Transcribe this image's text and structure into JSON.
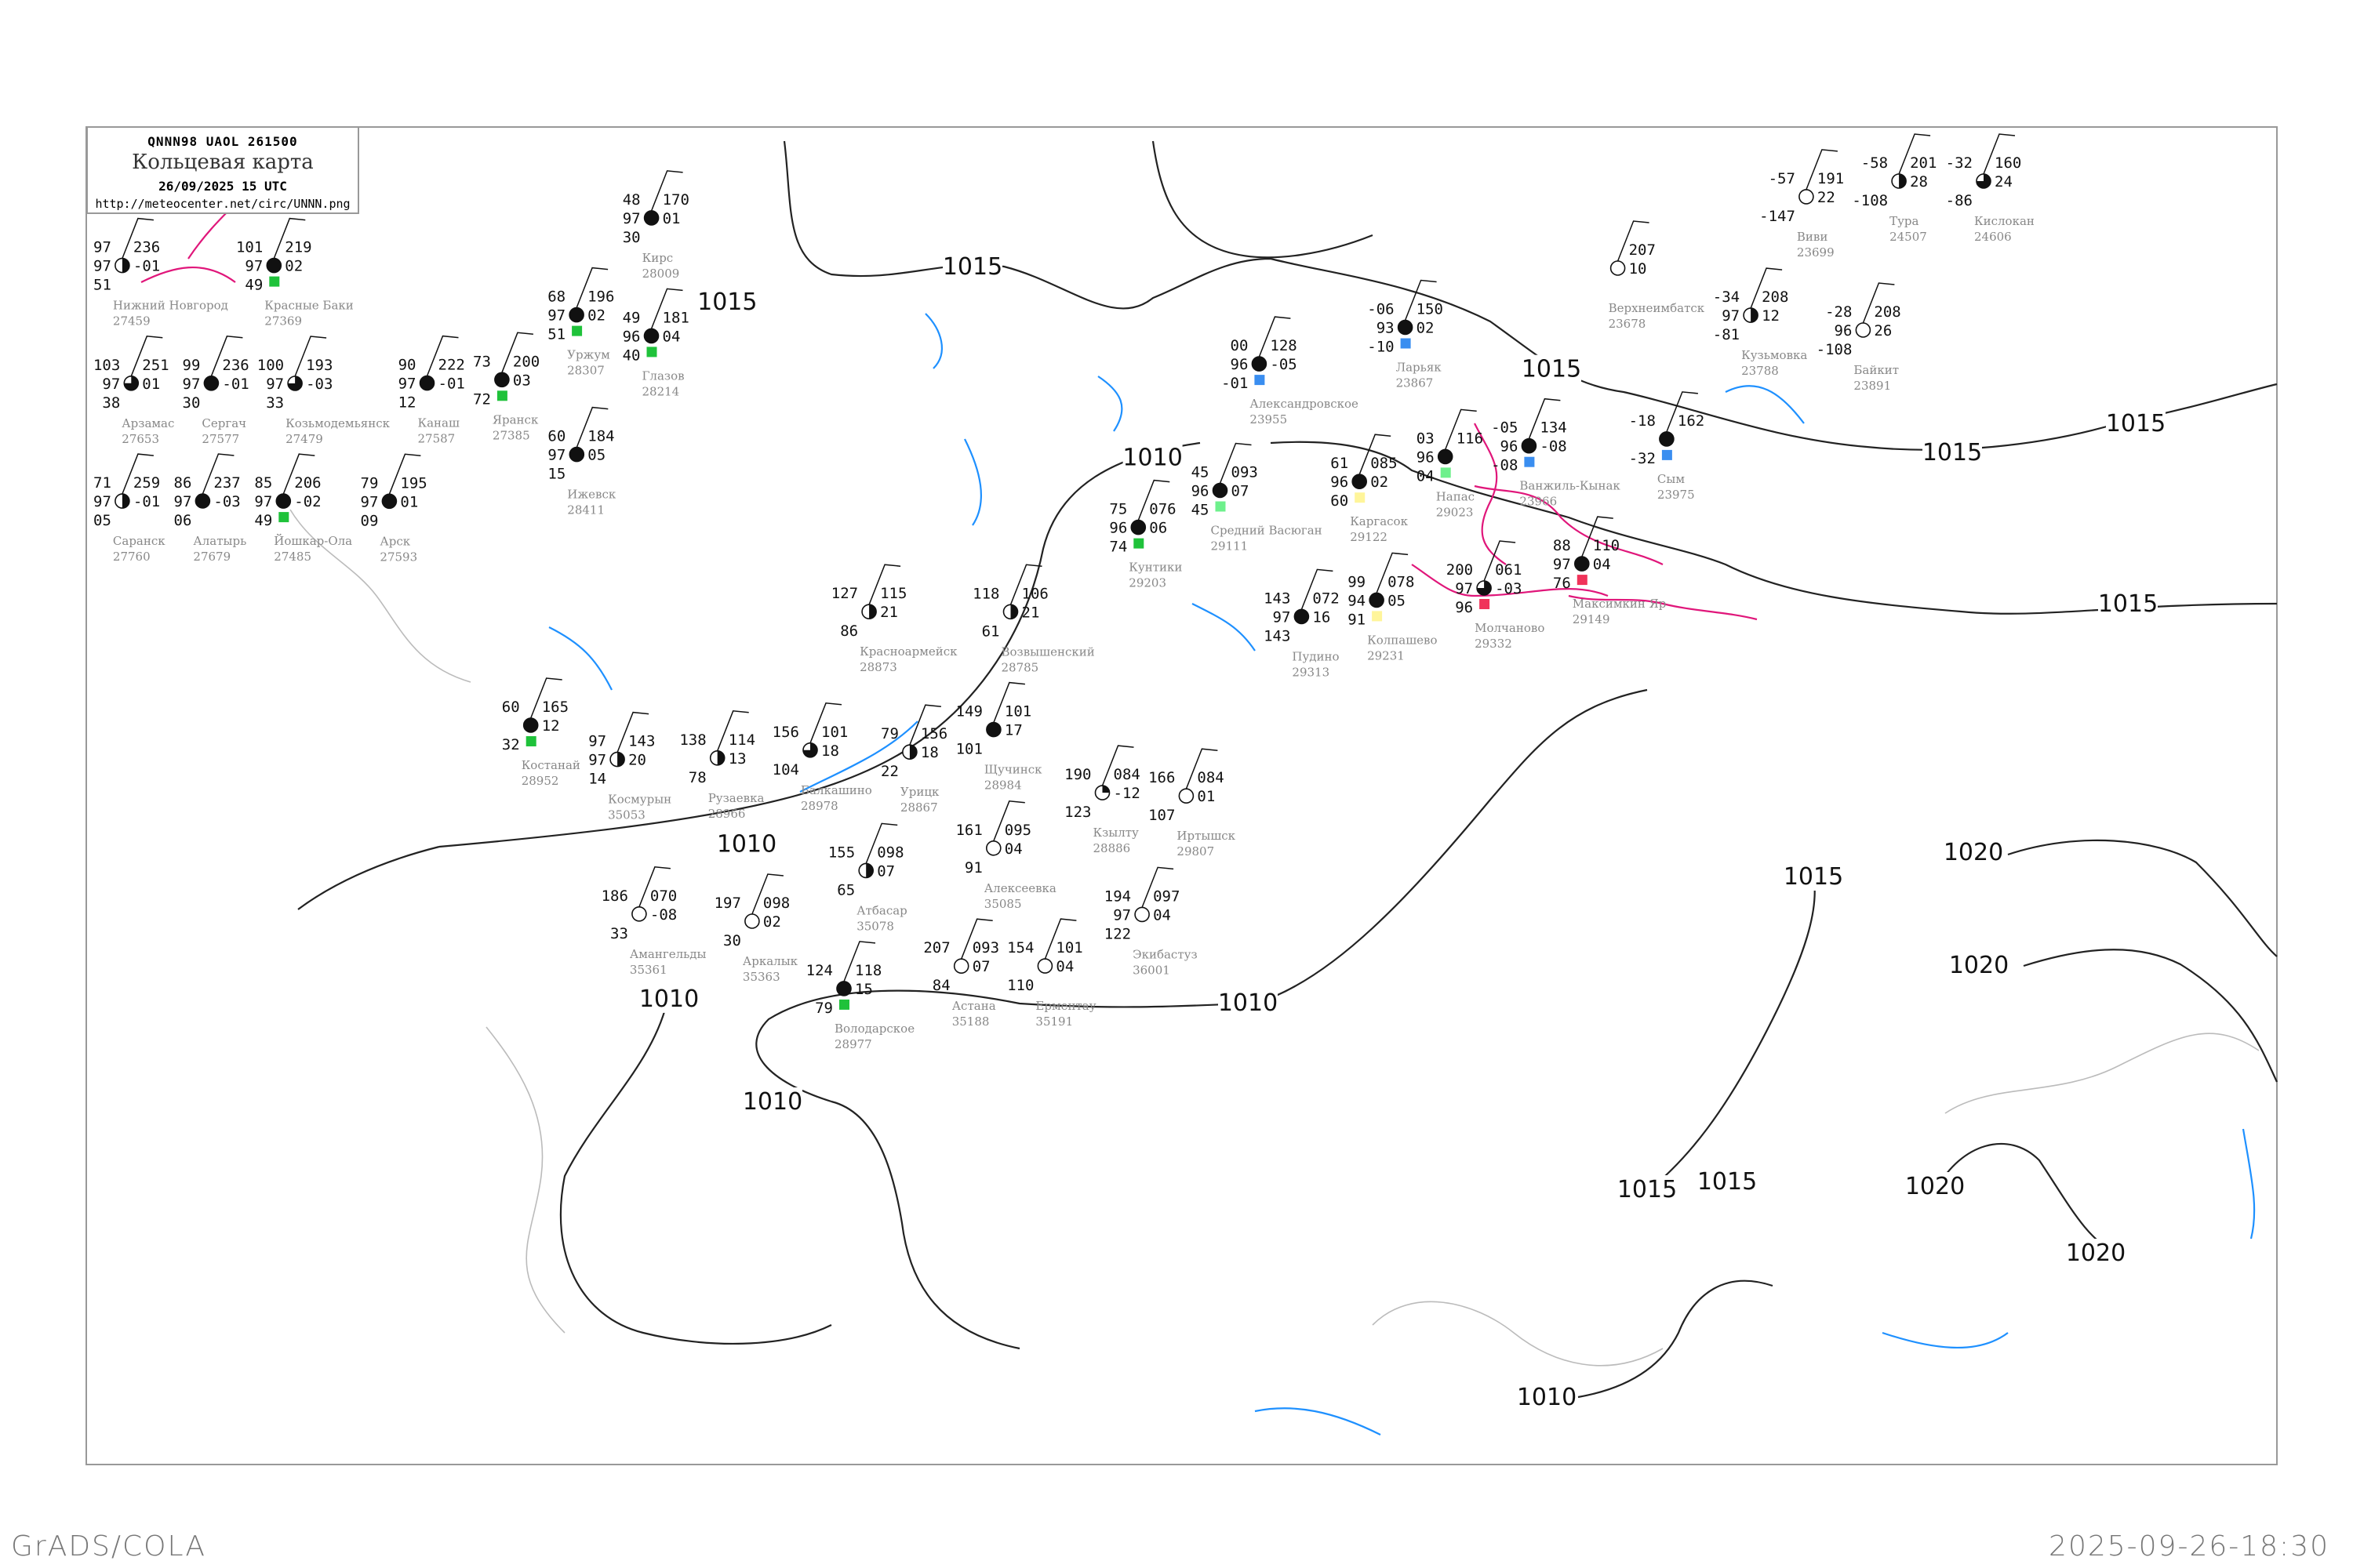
{
  "header": {
    "code_line": "QNNN98   UAOL   261500",
    "title": "Кольцевая карта",
    "datetime": "26/09/2025 15 UTC",
    "url": "http://meteocenter.net/circ/UNNN.png"
  },
  "footer": {
    "left": "GrADS/COLA",
    "right": "2025-09-26-18:30"
  },
  "colors": {
    "isobar": "#222222",
    "tendency": "#1e90ff",
    "front": "#e0167a",
    "square_blue": "#3a8ef0",
    "square_green": "#1fc23a",
    "square_lightgreen": "#6ef08c",
    "square_yellow": "#fff59a",
    "square_red": "#f0335a"
  },
  "isobar_labels": [
    "1015",
    "1010",
    "1015",
    "1015",
    "1015",
    "1015",
    "1010",
    "1010",
    "1010",
    "1010",
    "1015",
    "1015",
    "1015",
    "1020",
    "1020",
    "1020",
    "1020",
    "1015",
    "1010"
  ],
  "stations": [
    {
      "name": "Ларьяк",
      "id": "23867",
      "t": "-06",
      "ww": "93",
      "td": "-10",
      "p": "150",
      "dp": "02",
      "cover": 1,
      "sq": "square_blue"
    },
    {
      "name": "Александровское",
      "id": "23955",
      "t": "00",
      "ww": "96",
      "td": "-01",
      "p": "128",
      "dp": "-05",
      "cover": 1,
      "sq": "square_blue"
    },
    {
      "name": "Напас",
      "id": "29023",
      "t": "03",
      "ww": "96",
      "td": "04",
      "p": "116",
      "dp": "",
      "cover": 1,
      "sq": "square_lightgreen"
    },
    {
      "name": "Ванжиль-Кынак",
      "id": "23966",
      "t": "-05",
      "ww": "96",
      "td": "-08",
      "p": "134",
      "dp": "-08",
      "cover": 1,
      "sq": "square_blue"
    },
    {
      "name": "Сым",
      "id": "23975",
      "t": "-18",
      "ww": "",
      "td": "-32",
      "p": "162",
      "dp": "",
      "cover": 1,
      "sq": "square_blue"
    },
    {
      "name": "Средний Васюган",
      "id": "29111",
      "t": "45",
      "ww": "96",
      "td": "45",
      "p": "093",
      "dp": "07",
      "cover": 1,
      "sq": "square_lightgreen"
    },
    {
      "name": "Каргасок",
      "id": "29122",
      "t": "61",
      "ww": "96",
      "td": "60",
      "p": "085",
      "dp": "02",
      "cover": 1,
      "sq": "square_yellow"
    },
    {
      "name": "Кунтики",
      "id": "29203",
      "t": "75",
      "ww": "96",
      "td": "74",
      "p": "076",
      "dp": "06",
      "cover": 1,
      "sq": "square_green"
    },
    {
      "name": "Максимкин Яр",
      "id": "29149",
      "t": "88",
      "ww": "97",
      "td": "76",
      "p": "110",
      "dp": "04",
      "cover": 1,
      "sq": "square_red"
    },
    {
      "name": "Колпашево",
      "id": "29231",
      "t": "99",
      "ww": "94",
      "td": "91",
      "p": "078",
      "dp": "05",
      "cover": 1,
      "sq": "square_yellow"
    },
    {
      "name": "Молчаново",
      "id": "29332",
      "t": "200",
      "ww": "97",
      "td": "96",
      "p": "061",
      "dp": "-03",
      "cover": 0.75,
      "sq": "square_red"
    },
    {
      "name": "Пудино",
      "id": "29313",
      "t": "143",
      "ww": "97",
      "td": "143",
      "p": "072",
      "dp": "16",
      "cover": 1,
      "sq": ""
    },
    {
      "name": "Костанай",
      "id": "28952",
      "t": "60",
      "ww": "",
      "td": "32",
      "p": "165",
      "dp": "12",
      "cover": 1,
      "sq": "square_green"
    },
    {
      "name": "Урицк",
      "id": "28867",
      "t": "79",
      "ww": "",
      "td": "22",
      "p": "156",
      "dp": "18",
      "cover": 0.5,
      "sq": ""
    },
    {
      "name": "Космурын",
      "id": "35053",
      "t": "97",
      "ww": "97",
      "td": "14",
      "p": "143",
      "dp": "20",
      "cover": 0.5,
      "sq": ""
    },
    {
      "name": "Рузаевка",
      "id": "28966",
      "t": "138",
      "ww": "",
      "td": "78",
      "p": "114",
      "dp": "13",
      "cover": 0.5,
      "sq": ""
    },
    {
      "name": "Володарское",
      "id": "28977",
      "t": "124",
      "ww": "",
      "td": "79",
      "p": "118",
      "dp": "15",
      "cover": 1,
      "sq": "square_green"
    },
    {
      "name": "Красноармейск",
      "id": "28873",
      "t": "127",
      "ww": "",
      "td": "86",
      "p": "115",
      "dp": "21",
      "cover": 0.5,
      "sq": ""
    },
    {
      "name": "Возвышенский",
      "id": "28785",
      "t": "118",
      "ww": "",
      "td": "61",
      "p": "106",
      "dp": "21",
      "cover": 0.5,
      "sq": ""
    },
    {
      "name": "Кзылту",
      "id": "28886",
      "t": "190",
      "ww": "",
      "td": "123",
      "p": "084",
      "dp": "-12",
      "cover": 0.25,
      "sq": ""
    },
    {
      "name": "Балкашино",
      "id": "28978",
      "t": "156",
      "ww": "",
      "td": "104",
      "p": "101",
      "dp": "18",
      "cover": 0.75,
      "sq": ""
    },
    {
      "name": "Щучинск",
      "id": "28984",
      "t": "149",
      "ww": "",
      "td": "101",
      "p": "101",
      "dp": "17",
      "cover": 1,
      "sq": ""
    },
    {
      "name": "Атбасар",
      "id": "35078",
      "t": "155",
      "ww": "",
      "td": "65",
      "p": "098",
      "dp": "07",
      "cover": 0.5,
      "sq": ""
    },
    {
      "name": "Алексеевка",
      "id": "35085",
      "t": "161",
      "ww": "",
      "td": "91",
      "p": "095",
      "dp": "04",
      "cover": 0,
      "sq": ""
    },
    {
      "name": "Амангельды",
      "id": "35361",
      "t": "186",
      "ww": "",
      "td": "33",
      "p": "070",
      "dp": "-08",
      "cover": 0,
      "sq": ""
    },
    {
      "name": "Аркалык",
      "id": "35363",
      "t": "197",
      "ww": "",
      "td": "30",
      "p": "098",
      "dp": "02",
      "cover": 0,
      "sq": ""
    },
    {
      "name": "Астана",
      "id": "35188",
      "t": "207",
      "ww": "",
      "td": "84",
      "p": "093",
      "dp": "07",
      "cover": 0,
      "sq": ""
    },
    {
      "name": "Ерментау",
      "id": "35191",
      "t": "154",
      "ww": "",
      "td": "110",
      "p": "101",
      "dp": "04",
      "cover": 0,
      "sq": ""
    },
    {
      "name": "Экибастуз",
      "id": "36001",
      "t": "194",
      "ww": "97",
      "td": "122",
      "p": "097",
      "dp": "04",
      "cover": 0,
      "sq": ""
    },
    {
      "name": "Иртышск",
      "id": "29807",
      "t": "166",
      "ww": "",
      "td": "107",
      "p": "084",
      "dp": "01",
      "cover": 0,
      "sq": ""
    },
    {
      "name": "Нижний Новгород",
      "id": "27459",
      "t": "97",
      "ww": "97",
      "td": "51",
      "p": "236",
      "dp": "-01",
      "cover": 0.5,
      "sq": ""
    },
    {
      "name": "Красные Баки",
      "id": "27369",
      "t": "101",
      "ww": "97",
      "td": "49",
      "p": "219",
      "dp": "02",
      "cover": 1,
      "sq": "square_green"
    },
    {
      "name": "Йошкар-Ола",
      "id": "27485",
      "t": "85",
      "ww": "97",
      "td": "49",
      "p": "206",
      "dp": "-02",
      "cover": 1,
      "sq": "square_green"
    },
    {
      "name": "Козьмодемьянск",
      "id": "27479",
      "t": "100",
      "ww": "97",
      "td": "33",
      "p": "193",
      "dp": "-03",
      "cover": 0.75,
      "sq": ""
    },
    {
      "name": "Арзамас",
      "id": "27653",
      "t": "103",
      "ww": "97",
      "td": "38",
      "p": "251",
      "dp": "01",
      "cover": 0.75,
      "sq": ""
    },
    {
      "name": "Сергач",
      "id": "27577",
      "t": "99",
      "ww": "97",
      "td": "30",
      "p": "236",
      "dp": "-01",
      "cover": 1,
      "sq": ""
    },
    {
      "name": "Канаш",
      "id": "27587",
      "t": "90",
      "ww": "97",
      "td": "12",
      "p": "222",
      "dp": "-01",
      "cover": 1,
      "sq": ""
    },
    {
      "name": "Яранск",
      "id": "27385",
      "t": "73",
      "ww": "",
      "td": "72",
      "p": "200",
      "dp": "03",
      "cover": 1,
      "sq": "square_green"
    },
    {
      "name": "Уржум",
      "id": "28307",
      "t": "68",
      "ww": "97",
      "td": "51",
      "p": "196",
      "dp": "02",
      "cover": 1,
      "sq": "square_green"
    },
    {
      "name": "Глазов",
      "id": "28214",
      "t": "49",
      "ww": "96",
      "td": "40",
      "p": "181",
      "dp": "04",
      "cover": 1,
      "sq": "square_green"
    },
    {
      "name": "Кирс",
      "id": "28009",
      "t": "48",
      "ww": "97",
      "td": "30",
      "p": "170",
      "dp": "01",
      "cover": 1,
      "sq": ""
    },
    {
      "name": "Ижевск",
      "id": "28411",
      "t": "60",
      "ww": "97",
      "td": "15",
      "p": "184",
      "dp": "05",
      "cover": 1,
      "sq": ""
    },
    {
      "name": "Саранск",
      "id": "27760",
      "t": "71",
      "ww": "97",
      "td": "05",
      "p": "259",
      "dp": "-01",
      "cover": 0.5,
      "sq": ""
    },
    {
      "name": "Алатырь",
      "id": "27679",
      "t": "86",
      "ww": "97",
      "td": "06",
      "p": "237",
      "dp": "-03",
      "cover": 1,
      "sq": ""
    },
    {
      "name": "Арск",
      "id": "27593",
      "t": "79",
      "ww": "97",
      "td": "09",
      "p": "195",
      "dp": "01",
      "cover": 1,
      "sq": ""
    },
    {
      "name": "Тура",
      "id": "24507",
      "t": "-58",
      "ww": "",
      "td": "-108",
      "p": "201",
      "dp": "28",
      "cover": 0.5,
      "sq": ""
    },
    {
      "name": "Кислокан",
      "id": "24606",
      "t": "-32",
      "ww": "",
      "td": "-86",
      "p": "160",
      "dp": "24",
      "cover": 0.75,
      "sq": ""
    },
    {
      "name": "Виви",
      "id": "23699",
      "t": "-57",
      "ww": "",
      "td": "-147",
      "p": "191",
      "dp": "22",
      "cover": 0,
      "sq": ""
    },
    {
      "name": "Кузьмовка",
      "id": "23788",
      "t": "-34",
      "ww": "97",
      "td": "-81",
      "p": "208",
      "dp": "12",
      "cover": 0.5,
      "sq": ""
    },
    {
      "name": "Байкит",
      "id": "23891",
      "t": "-28",
      "ww": "96",
      "td": "-108",
      "p": "208",
      "dp": "26",
      "cover": 0,
      "sq": ""
    },
    {
      "name": "Верхнеимбатск",
      "id": "23678",
      "t": "",
      "ww": "",
      "td": "",
      "p": "207",
      "dp": "10",
      "cover": 0,
      "sq": ""
    }
  ]
}
